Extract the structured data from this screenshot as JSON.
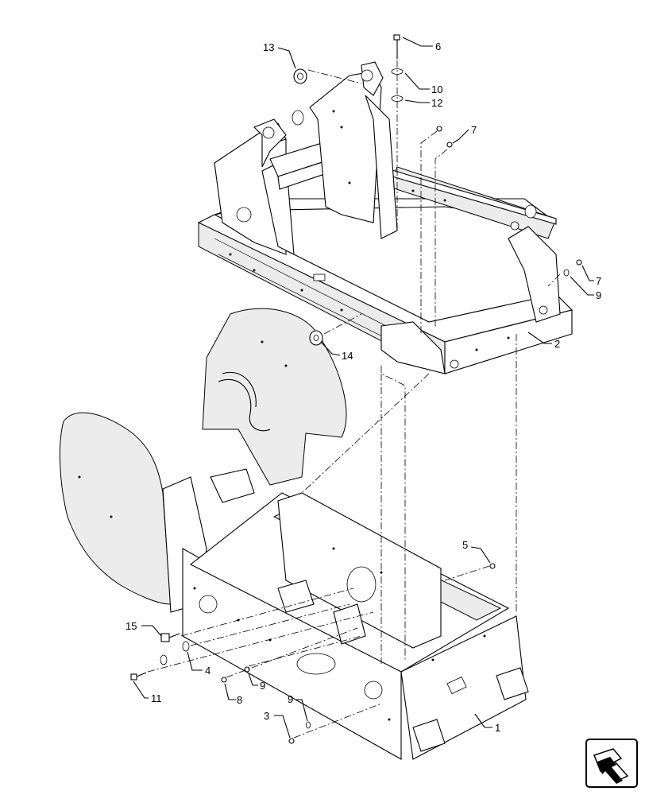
{
  "diagram": {
    "callouts": {
      "c1": "1",
      "c2": "2",
      "c3": "3",
      "c4": "4",
      "c5": "5",
      "c6": "6",
      "c7a": "7",
      "c7b": "7",
      "c8": "8",
      "c9a": "9",
      "c9b": "9",
      "c9c": "9",
      "c10": "10",
      "c11": "11",
      "c12": "12",
      "c13": "13",
      "c14": "14",
      "c15": "15"
    },
    "nav_icon": "next-page-arrow-icon"
  }
}
